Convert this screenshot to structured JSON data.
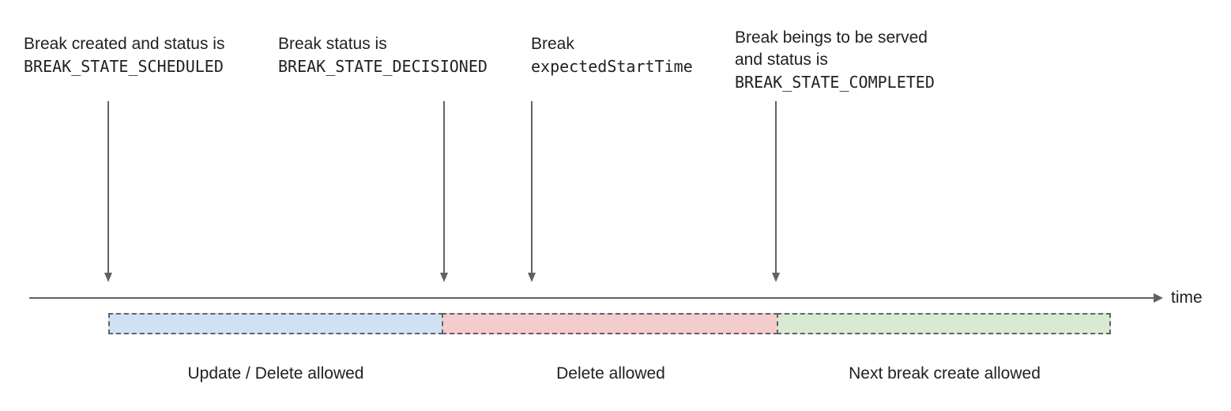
{
  "annotations": [
    {
      "line1": "Break created and status is",
      "line2": "BREAK_STATE_SCHEDULED"
    },
    {
      "line1": "Break status is",
      "line2": "BREAK_STATE_DECISIONED"
    },
    {
      "line1": "Break",
      "line2": "expectedStartTime"
    },
    {
      "line1": "Break beings to be served",
      "line2": "and status is",
      "line3": "BREAK_STATE_COMPLETED"
    }
  ],
  "timeline_label": "time",
  "segments": [
    {
      "label": "Update / Delete allowed",
      "color": "#cfe2f3"
    },
    {
      "label": "Delete allowed",
      "color": "#f4cccc"
    },
    {
      "label": "Next break create allowed",
      "color": "#d9ead3"
    }
  ],
  "colors": {
    "line": "#5f6368",
    "text": "#212121"
  }
}
